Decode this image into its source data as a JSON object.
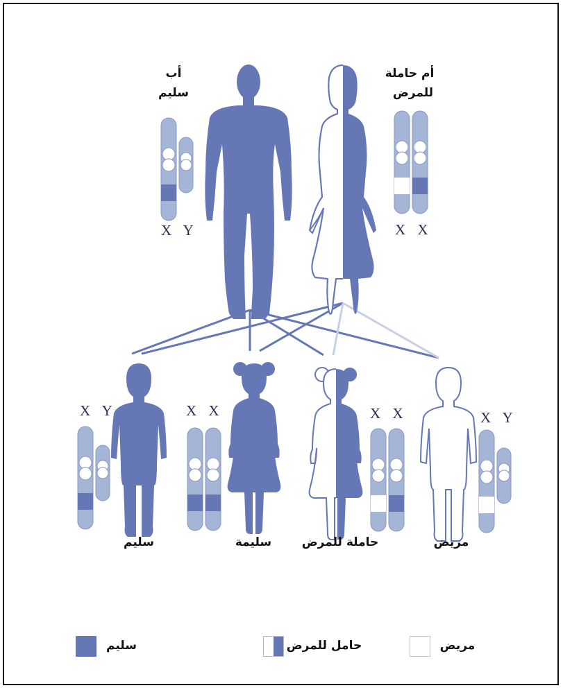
{
  "colors": {
    "healthy": "#6677b5",
    "chromosome": "#a5b5d6",
    "chromosome_outline": "#8797c4",
    "carrier_split_light": "#ffffff",
    "line_dark": "#6677b5",
    "line_light": "#c7d0e4"
  },
  "parents": {
    "father": {
      "line1": "أب",
      "line2": "سليم",
      "chromosomes": "X Y"
    },
    "mother": {
      "line1": "أم حاملة",
      "line2": "للمرض",
      "chromosomes": "X X"
    }
  },
  "children": [
    {
      "label": "سليم",
      "chromosomes": "X Y",
      "status": "healthy"
    },
    {
      "label": "سليمة",
      "chromosomes": "X X",
      "status": "healthy"
    },
    {
      "label": "حاملة للمرض",
      "chromosomes": "X X",
      "status": "carrier"
    },
    {
      "label": "مريض",
      "chromosomes": "X Y",
      "status": "affected"
    }
  ],
  "legend": {
    "healthy": "سليم",
    "carrier": "حامل للمرض",
    "affected": "مريض"
  }
}
